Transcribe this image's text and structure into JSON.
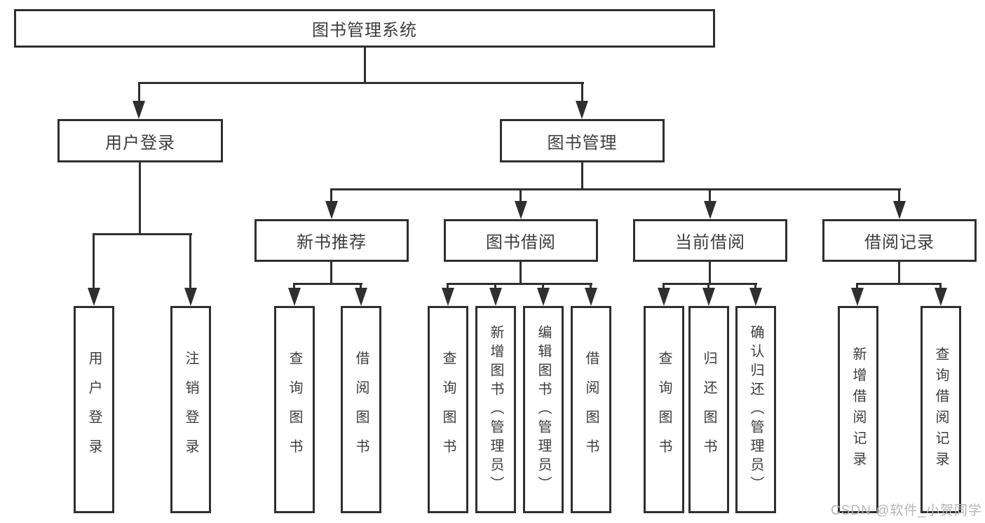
{
  "tree": {
    "root": "图书管理系统",
    "branches": [
      {
        "label": "用户登录",
        "children": [
          "用户登录",
          "注销登录"
        ]
      },
      {
        "label": "图书管理",
        "groups": [
          {
            "label": "新书推荐",
            "children": [
              "查询图书",
              "借阅图书"
            ]
          },
          {
            "label": "图书借阅",
            "children": [
              "查询图书",
              "新增图书（管理员）",
              "编辑图书（管理员）",
              "借阅图书"
            ]
          },
          {
            "label": "当前借阅",
            "children": [
              "查询图书",
              "归还图书",
              "确认归还（管理员）"
            ]
          },
          {
            "label": "借阅记录",
            "children": [
              "新增借阅记录",
              "查询借阅记录"
            ]
          }
        ]
      }
    ]
  },
  "watermark": "CSDN @软件_小贺同学",
  "colors": {
    "line": "#2f2f2f",
    "text": "#3d3d3d",
    "watermark": "#b5b5b5",
    "background": "#ffffff"
  }
}
